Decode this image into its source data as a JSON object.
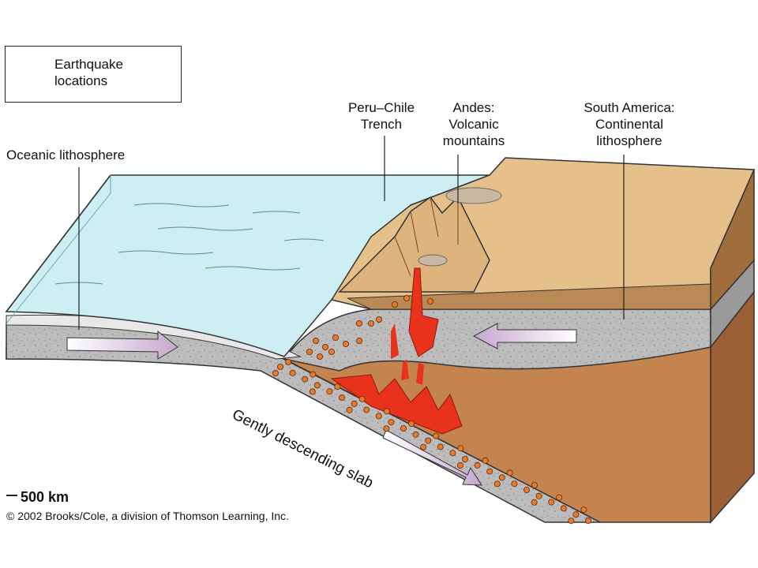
{
  "legend": {
    "text": "Earthquake\nlocations",
    "color": "#e87a2a"
  },
  "labels": {
    "oceanic": "Oceanic lithosphere",
    "trench": "Peru–Chile\nTrench",
    "andes": "Andes:\nVolcanic\nmountains",
    "south_america": "South America:\nContinental\nlithosphere",
    "slab": "Gently descending slab"
  },
  "scale": "500 km",
  "copyright": "© 2002 Brooks/Cole, a division of Thomson Learning, Inc.",
  "colors": {
    "ocean": "#cfeef2",
    "lithosphere": "#bdbdbd",
    "mantle": "#c88858",
    "continent": "#e7c28e",
    "magma": "#e8321c",
    "arrow": "#d8c8de"
  }
}
